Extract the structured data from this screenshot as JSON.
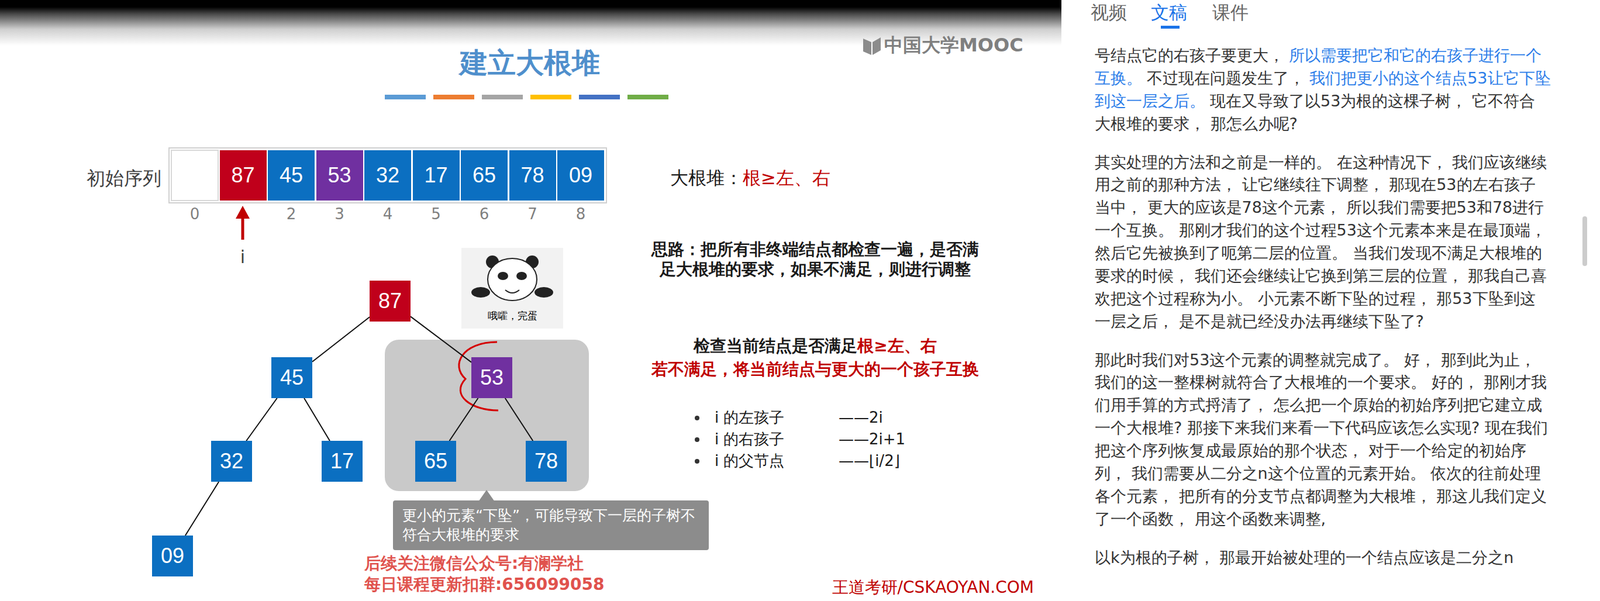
{
  "diagram": {
    "title": "建立大根堆",
    "nodes": [
      {
        "text": [
          "87"
        ]
      },
      {
        "text": [
          "45"
        ]
      },
      {
        "text": [
          "53"
        ]
      },
      {
        "text": [
          "32"
        ]
      },
      {
        "text": [
          "17"
        ]
      },
      {
        "text": [
          "65"
        ]
      },
      {
        "text": [
          "78"
        ]
      },
      {
        "text": [
          "09"
        ]
      },
      {
        "text": [
          "87"
        ]
      },
      {
        "text": [
          "45"
        ]
      },
      {
        "text": [
          "53"
        ]
      },
      {
        "text": [
          "32"
        ]
      },
      {
        "text": [
          "17"
        ]
      },
      {
        "text": [
          "65"
        ]
      },
      {
        "text": [
          "78"
        ]
      },
      {
        "text": [
          "09"
        ]
      },
      {
        "text": [
          "更小的元素“下坠”，可能导致下一层的子树不符合大根堆的要求"
        ]
      }
    ],
    "edges": [
      {
        "from": 8,
        "to": 9,
        "arrow": "none"
      },
      {
        "from": 8,
        "to": 10,
        "arrow": "none"
      },
      {
        "from": 9,
        "to": 11,
        "arrow": "none"
      },
      {
        "from": 9,
        "to": 12,
        "arrow": "none"
      },
      {
        "from": 10,
        "to": 13,
        "arrow": "none"
      },
      {
        "from": 10,
        "to": 14,
        "arrow": "none"
      },
      {
        "from": 11,
        "to": 15,
        "arrow": "none"
      }
    ],
    "labels": [
      "视频",
      "文稿",
      "课件",
      "中国大学MOOC",
      "初始序列",
      "0",
      "2",
      "3",
      "4",
      "5",
      "6",
      "7",
      "8",
      "i",
      "大根堆：",
      "根≥左、右",
      "思路：把所有非终端结点都检查一遍，是否满足大根堆的要求，如果不满足，则进行调整",
      "哦嚯，完蛋",
      "检查当前结点是否满足",
      "根≥左、右",
      "若不满足，将当前结点与更大的一个孩子互换",
      "i 的左孩子",
      "——2i",
      "i 的右孩子",
      "——2i+1",
      "i 的父节点",
      "——⌊i/2⌋",
      "后续关注微信公众号:有澜学社",
      "每日课程更新扣群:656099058",
      "王道考研/CSKAOYAN.COM",
      "号结点它的右孩子要更大，",
      "所以需要把它和它的右孩子进行一个互换。",
      "不过现在问题发生了，",
      "我们把更小的这个结点53让它下坠到这一层之后。",
      "现在又导致了以53为根的这棵子树， 它不符合大根堆的要求， 那怎么办呢?",
      "其实处理的方法和之前是一样的。 在这种情况下， 我们应该继续用之前的那种方法， 让它继续往下调整， 那现在53的左右孩子当中， 更大的应该是78这个元素， 所以我们需要把53和78进行一个互换。 那刚才我们的这个过程53这个元素本来是在最顶端， 然后它先被换到了呃第二层的位置。 当我们发现不满足大根堆的要求的时候， 我们还会继续让它换到第三层的位置， 那我自己喜欢把这个过程称为小。 小元素不断下坠的过程， 那53下坠到这一层之后， 是不是就已经没办法再继续下坠了?",
      "那此时我们对53这个元素的调整就完成了。 好， 那到此为止， 我们的这一整棵树就符合了大根堆的一个要求。 好的， 那刚才我们用手算的方式捋清了， 怎么把一个原始的初始序列把它建立成一个大根堆? 那接下来我们来看一下代码应该怎么实现? 现在我们把这个序列恢复成最原始的那个状态， 对于一个给定的初始序列， 我们需要从二分之n这个位置的元素开始。 依次的往前处理各个元素， 把所有的分支节点都调整为大根堆， 那这儿我们定义了一个函数， 用这个函数来调整,",
      "以k为根的子树， 那最开始被处理的一个结点应该是二分之n"
    ]
  }
}
